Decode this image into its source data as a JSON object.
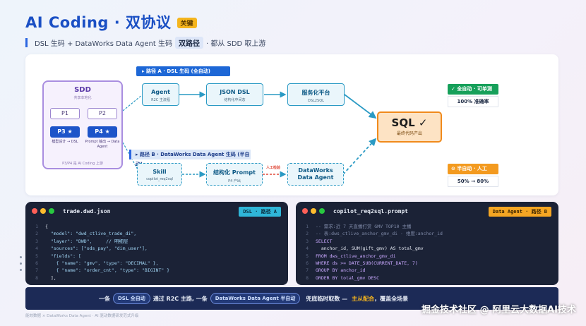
{
  "header": {
    "title": "AI Coding · 双协议",
    "tag": "关键",
    "subtitle_pre": "DSL 生码 + DataWorks Data Agent 生码",
    "subtitle_hl": "双路径",
    "subtitle_post": "· 都从 SDD 取上游"
  },
  "sdd": {
    "title": "SDD",
    "subtitle": "共享本地化",
    "p1": "P1",
    "p2": "P2",
    "p3": "P3 ★",
    "p4": "P4 ★",
    "p3_caption": "模型设计 → DSL",
    "p4_caption": "Prompt 输出 → Data Agent",
    "footer": "P3/P4 是 AI Coding 上游"
  },
  "route_a": {
    "label": "▸ 路径 A · DSL 生码 (全自动)",
    "nodes": [
      {
        "title": "Agent",
        "sub": "R2C 主流程"
      },
      {
        "title": "JSON DSL",
        "sub": "结构化中间态"
      },
      {
        "title": "服务化平台",
        "sub": "DSL2SQL"
      }
    ]
  },
  "route_b": {
    "label": "▸ 路径 B · DataWorks Data Agent 生码 (半自动)",
    "manual": "人工检验",
    "nodes": [
      {
        "title": "Skill",
        "sub": "copilot_req2sql"
      },
      {
        "title": "结构化 Prompt",
        "sub": "P4 产出"
      },
      {
        "title": "DataWorks",
        "sub": "Data Agent"
      }
    ]
  },
  "sql": {
    "title": "SQL ✓",
    "sub": "最终代码产出"
  },
  "tags": {
    "auto": "✓ 全自动 · 可单测",
    "auto_metric": "100% 准确率",
    "semi": "⊙ 半自动 · 人工",
    "semi_metric": "50% → 80%"
  },
  "code_left": {
    "file": "trade.dwd.json",
    "badge": "DSL · 路径 A",
    "lines": [
      {
        "n": "1",
        "t": "{"
      },
      {
        "n": "2",
        "t": "  \"model\": \"dwd_ctlive_trade_di\","
      },
      {
        "n": "3",
        "t": "  \"layer\": \"DWD\",     // 明细层"
      },
      {
        "n": "4",
        "t": "  \"sources\": [\"ods_pay\", \"dim_user\"],"
      },
      {
        "n": "5",
        "t": "  \"fields\": ["
      },
      {
        "n": "6",
        "t": "    { \"name\": \"gmv\", \"type\": \"DECIMAL\" },"
      },
      {
        "n": "7",
        "t": "    { \"name\": \"order_cnt\", \"type\": \"BIGINT\" }"
      },
      {
        "n": "8",
        "t": "  ],"
      }
    ]
  },
  "code_right": {
    "file": "copilot_req2sql.prompt",
    "badge": "Data Agent · 路径 B",
    "lines": [
      {
        "n": "1",
        "t": "-- 需求:近 7 天直播打赏 GMV TOP10 主播"
      },
      {
        "n": "2",
        "t": "-- 表:dws_ctlive_anchor_gmv_di · 维度:anchor_id"
      },
      {
        "n": "3",
        "t": "SELECT"
      },
      {
        "n": "4",
        "t": "  anchor_id, SUM(gift_gmv) AS total_gmv"
      },
      {
        "n": "5",
        "t": "FROM dws_ctlive_anchor_gmv_di"
      },
      {
        "n": "6",
        "t": "WHERE ds >= DATE_SUB(CURRENT_DATE, 7)"
      },
      {
        "n": "7",
        "t": "GROUP BY anchor_id"
      },
      {
        "n": "8",
        "t": "ORDER BY total_gmv DESC"
      }
    ]
  },
  "bottom": {
    "a": "一条",
    "pill1": "DSL 全自动",
    "b": "通过 R2C 主路, 一条",
    "pill2": "DataWorks Data Agent 半自动",
    "c": "兜底临时取数 —",
    "hl": "主从配合",
    "d": "，覆盖全场景"
  },
  "footer": "能效数据 × DataWorks Data Agent · AI 驱动数据研发范式升级",
  "watermark": "掘金技术社区 @ 阿里云大数据AI技术",
  "colors": {
    "accent": "#1a4fc4",
    "teal": "#2a9ac4",
    "orange": "#f08a1c",
    "green": "#16a05a"
  }
}
